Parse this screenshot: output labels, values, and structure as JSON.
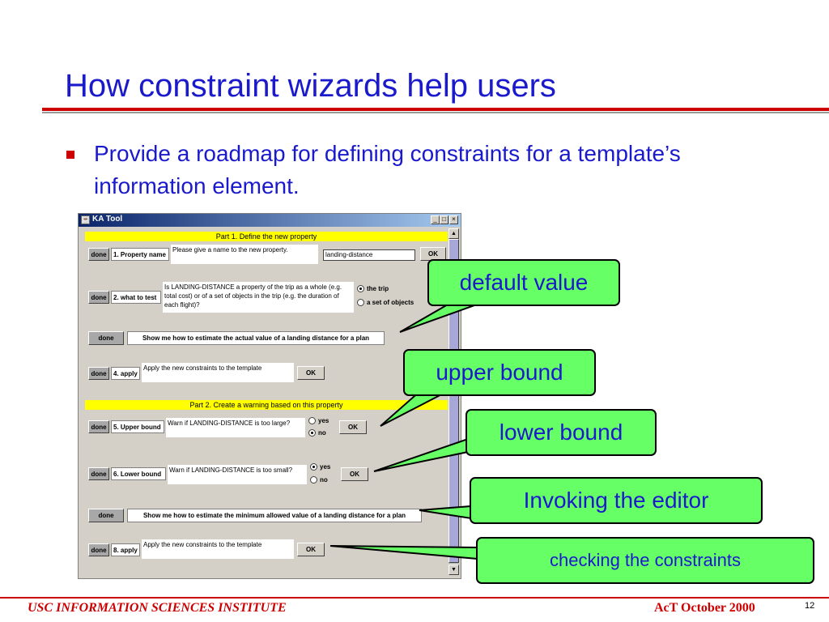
{
  "slide": {
    "title": "How constraint wizards help users",
    "bullet": "Provide a roadmap for defining constraints for a template’s information element."
  },
  "window": {
    "title": "KA Tool",
    "part1_banner": "Part 1. Define the new property",
    "part2_banner": "Part 2. Create a warning based on this property",
    "done_label": "done",
    "ok_label": "OK",
    "row1": {
      "label": "1. Property name",
      "prompt": "Please give a name to the new property.",
      "value": "landing-distance"
    },
    "row2": {
      "label": "2. what to test",
      "prompt": "Is LANDING-DISTANCE a property of the trip as a whole (e.g. total cost) or of a set of objects in the trip (e.g. the duration of each flight)?",
      "option1": "the trip",
      "option2": "a set of objects"
    },
    "row3": {
      "text": "Show me how to estimate the actual value of a landing distance for a plan"
    },
    "row4": {
      "label": "4. apply",
      "prompt": "Apply the new constraints to the template"
    },
    "row5": {
      "label": "5. Upper bound",
      "prompt": "Warn if LANDING-DISTANCE is too large?",
      "yes": "yes",
      "no": "no"
    },
    "row6": {
      "label": "6. Lower bound",
      "prompt": "Warn if LANDING-DISTANCE is too small?",
      "yes": "yes",
      "no": "no"
    },
    "row7": {
      "text": "Show me how to estimate the minimum allowed value of a landing distance for a plan"
    },
    "row8": {
      "label": "8. apply",
      "prompt": "Apply the new constraints to the template"
    }
  },
  "callouts": {
    "default_value": "default value",
    "upper_bound": "upper bound",
    "lower_bound": "lower bound",
    "invoking_editor": "Invoking the editor",
    "checking": "checking the constraints"
  },
  "footer": {
    "left": "USC INFORMATION SCIENCES INSTITUTE",
    "right": "AcT October 2000",
    "page": "12"
  },
  "colors": {
    "title": "#1a1acc",
    "accent_red": "#cc0000",
    "callout_fill": "#66ff66",
    "banner_yellow": "#ffff00"
  }
}
